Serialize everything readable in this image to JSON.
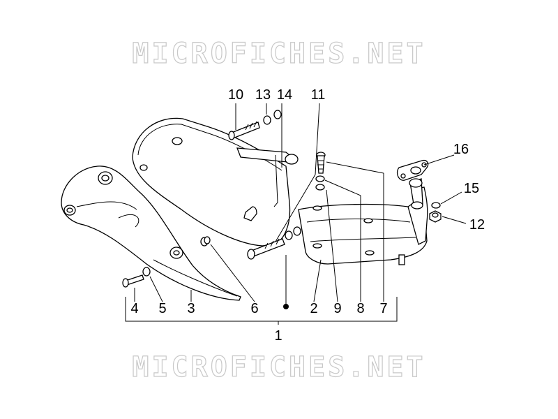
{
  "watermark": {
    "top": "MICROFICHES.NET",
    "bottom": "MICROFICHES.NET"
  },
  "callouts": {
    "c1": "1",
    "c2": "2",
    "c3": "3",
    "c4": "4",
    "c5": "5",
    "c6": "6",
    "c7": "7",
    "c8": "8",
    "c9": "9",
    "c10": "10",
    "c11": "11",
    "c12": "12",
    "c13": "13",
    "c14": "14",
    "c15": "15",
    "c16": "16"
  },
  "colors": {
    "line": "#000000",
    "watermark_outline": "#c8c8c8",
    "background": "#ffffff"
  }
}
